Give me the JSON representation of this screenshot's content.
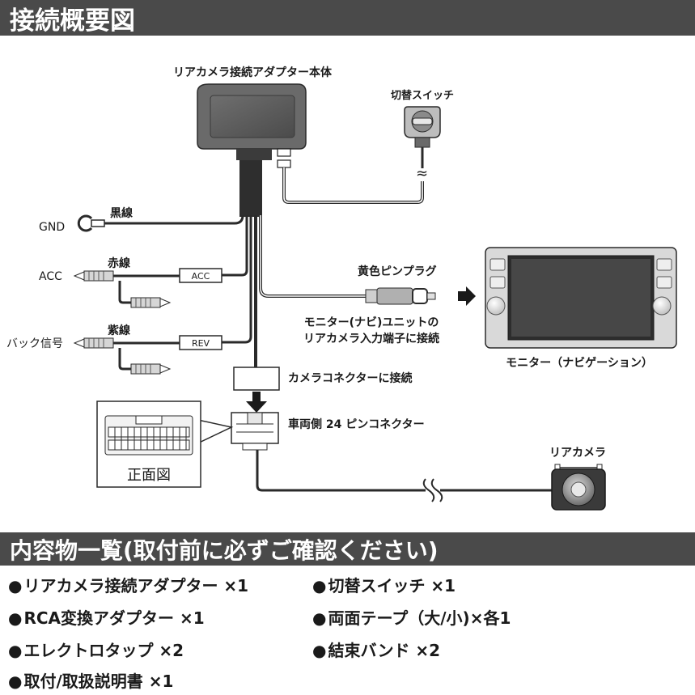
{
  "header": {
    "title": "接続概要図"
  },
  "diagram": {
    "adapter_label": "リアカメラ接続アダプター本体",
    "switch_label": "切替スイッチ",
    "gnd_label": "GND",
    "black_wire_label": "黒線",
    "acc_label": "ACC",
    "red_wire_label": "赤線",
    "acc_tag": "ACC",
    "back_signal_label": "バック信号",
    "purple_wire_label": "紫線",
    "rev_tag": "REV",
    "rca_label": "黄色ピンプラグ",
    "monitor_connect_line1": "モニター(ナビ)ユニットの",
    "monitor_connect_line2": "リアカメラ入力端子に接続",
    "monitor_label": "モニター（ナビゲーション）",
    "camera_connector_label": "カメラコネクターに接続",
    "vehicle_connector_label": "車両側 24 ピンコネクター",
    "front_view_label": "正面図",
    "rear_camera_label": "リアカメラ"
  },
  "contents": {
    "title": "内容物一覧(取付前に必ずご確認ください)",
    "bullet": "●",
    "items": [
      "リアカメラ接続アダプター ×1",
      "切替スイッチ ×1",
      "RCA変換アダプター ×1",
      "両面テープ（大/小)×各1",
      "エレクトロタップ ×2",
      "結束バンド ×2",
      "取付/取扱説明書 ×1"
    ]
  }
}
